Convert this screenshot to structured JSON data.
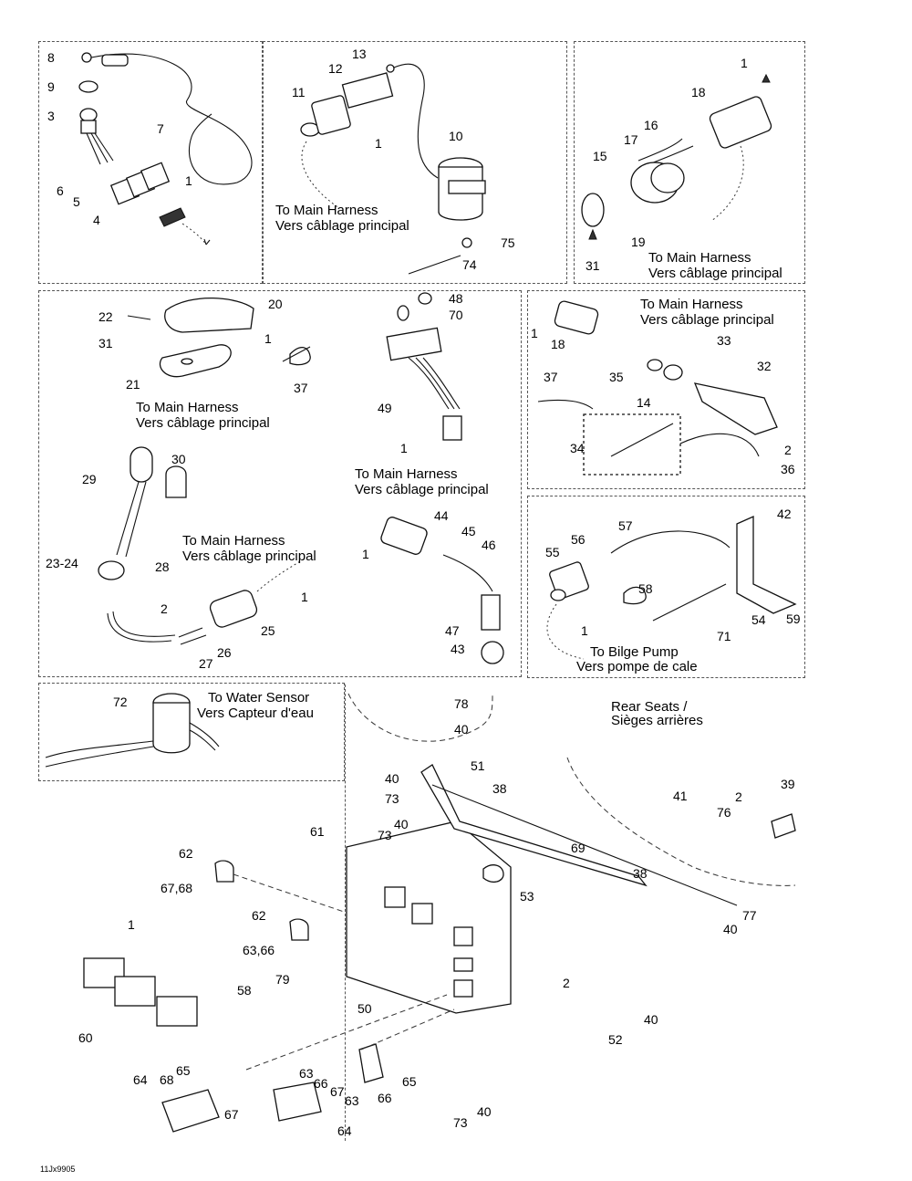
{
  "diagram": {
    "ref_code": "11Jx9905",
    "callouts": {
      "p1": [
        "8",
        "9",
        "3",
        "7",
        "6",
        "5",
        "4",
        "1"
      ],
      "p2": [
        "13",
        "12",
        "11",
        "1",
        "10",
        "75",
        "74"
      ],
      "p3": [
        "1",
        "18",
        "16",
        "17",
        "15",
        "19",
        "31"
      ],
      "p4": [
        "22",
        "20",
        "31",
        "1",
        "21",
        "37"
      ],
      "p5": [
        "48",
        "70",
        "49",
        "1"
      ],
      "p6": [
        "18",
        "1",
        "33",
        "35",
        "14",
        "32",
        "37",
        "34",
        "2",
        "36"
      ],
      "p7": [
        "30",
        "29",
        "28",
        "23-24",
        "2",
        "1",
        "25",
        "26",
        "27"
      ],
      "p8": [
        "44",
        "45",
        "46",
        "1",
        "47",
        "43"
      ],
      "p9": [
        "57",
        "42",
        "56",
        "55",
        "58",
        "1",
        "54",
        "59",
        "71"
      ],
      "p10": [
        "72"
      ],
      "p11": [
        "78",
        "40",
        "51",
        "40",
        "38",
        "41",
        "73",
        "40",
        "73",
        "61",
        "62",
        "67,68",
        "69",
        "2",
        "39",
        "76",
        "53",
        "38",
        "77",
        "40",
        "62",
        "63,66",
        "1",
        "60",
        "79",
        "58",
        "50",
        "2",
        "40",
        "52",
        "64",
        "68",
        "65",
        "67",
        "63",
        "66",
        "67",
        "63",
        "65",
        "66",
        "40",
        "73",
        "64"
      ]
    },
    "captions": {
      "main_harness_en": "To Main Harness",
      "main_harness_fr": "Vers câblage principal",
      "bilge_en": "To Bilge Pump",
      "bilge_fr": "Vers pompe de cale",
      "water_en": "To Water Sensor",
      "water_fr": "Vers Capteur d'eau",
      "seats_en": "Rear Seats /",
      "seats_fr": "Sièges arrières"
    }
  }
}
